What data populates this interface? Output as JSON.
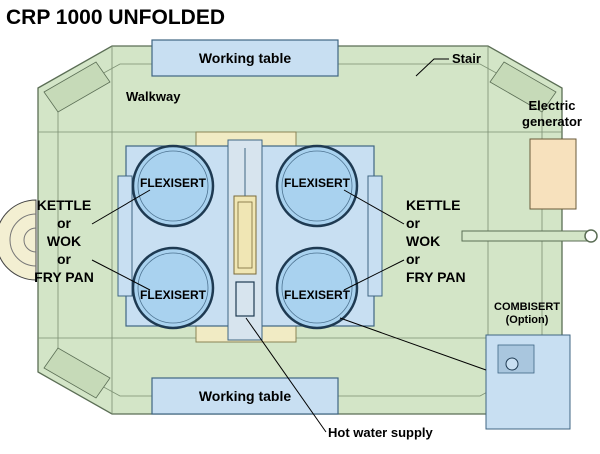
{
  "title": "CRP 1000 UNFOLDED",
  "labels": {
    "working_table_top": "Working table",
    "working_table_bottom": "Working table",
    "stair": "Stair",
    "walkway": "Walkway",
    "electric_generator_line1": "Electric",
    "electric_generator_line2": "generator",
    "flexisert": "FLEXISERT",
    "left_group": [
      "KETTLE",
      "or",
      "WOK",
      "or",
      "FRY PAN"
    ],
    "right_group": [
      "KETTLE",
      "or",
      "WOK",
      "or",
      "FRY PAN"
    ],
    "combisert_line1": "COMBISERT",
    "combisert_line2": "(Option)",
    "hot_water_supply": "Hot water supply"
  },
  "colors": {
    "platform_green": "#d3e5c7",
    "platform_edge": "#5b6e55",
    "blue_panel": "#c8dff2",
    "cream": "#f1ebc4",
    "pot_fill": "#a9d2ef",
    "generator_fill": "#f7e1bd"
  }
}
